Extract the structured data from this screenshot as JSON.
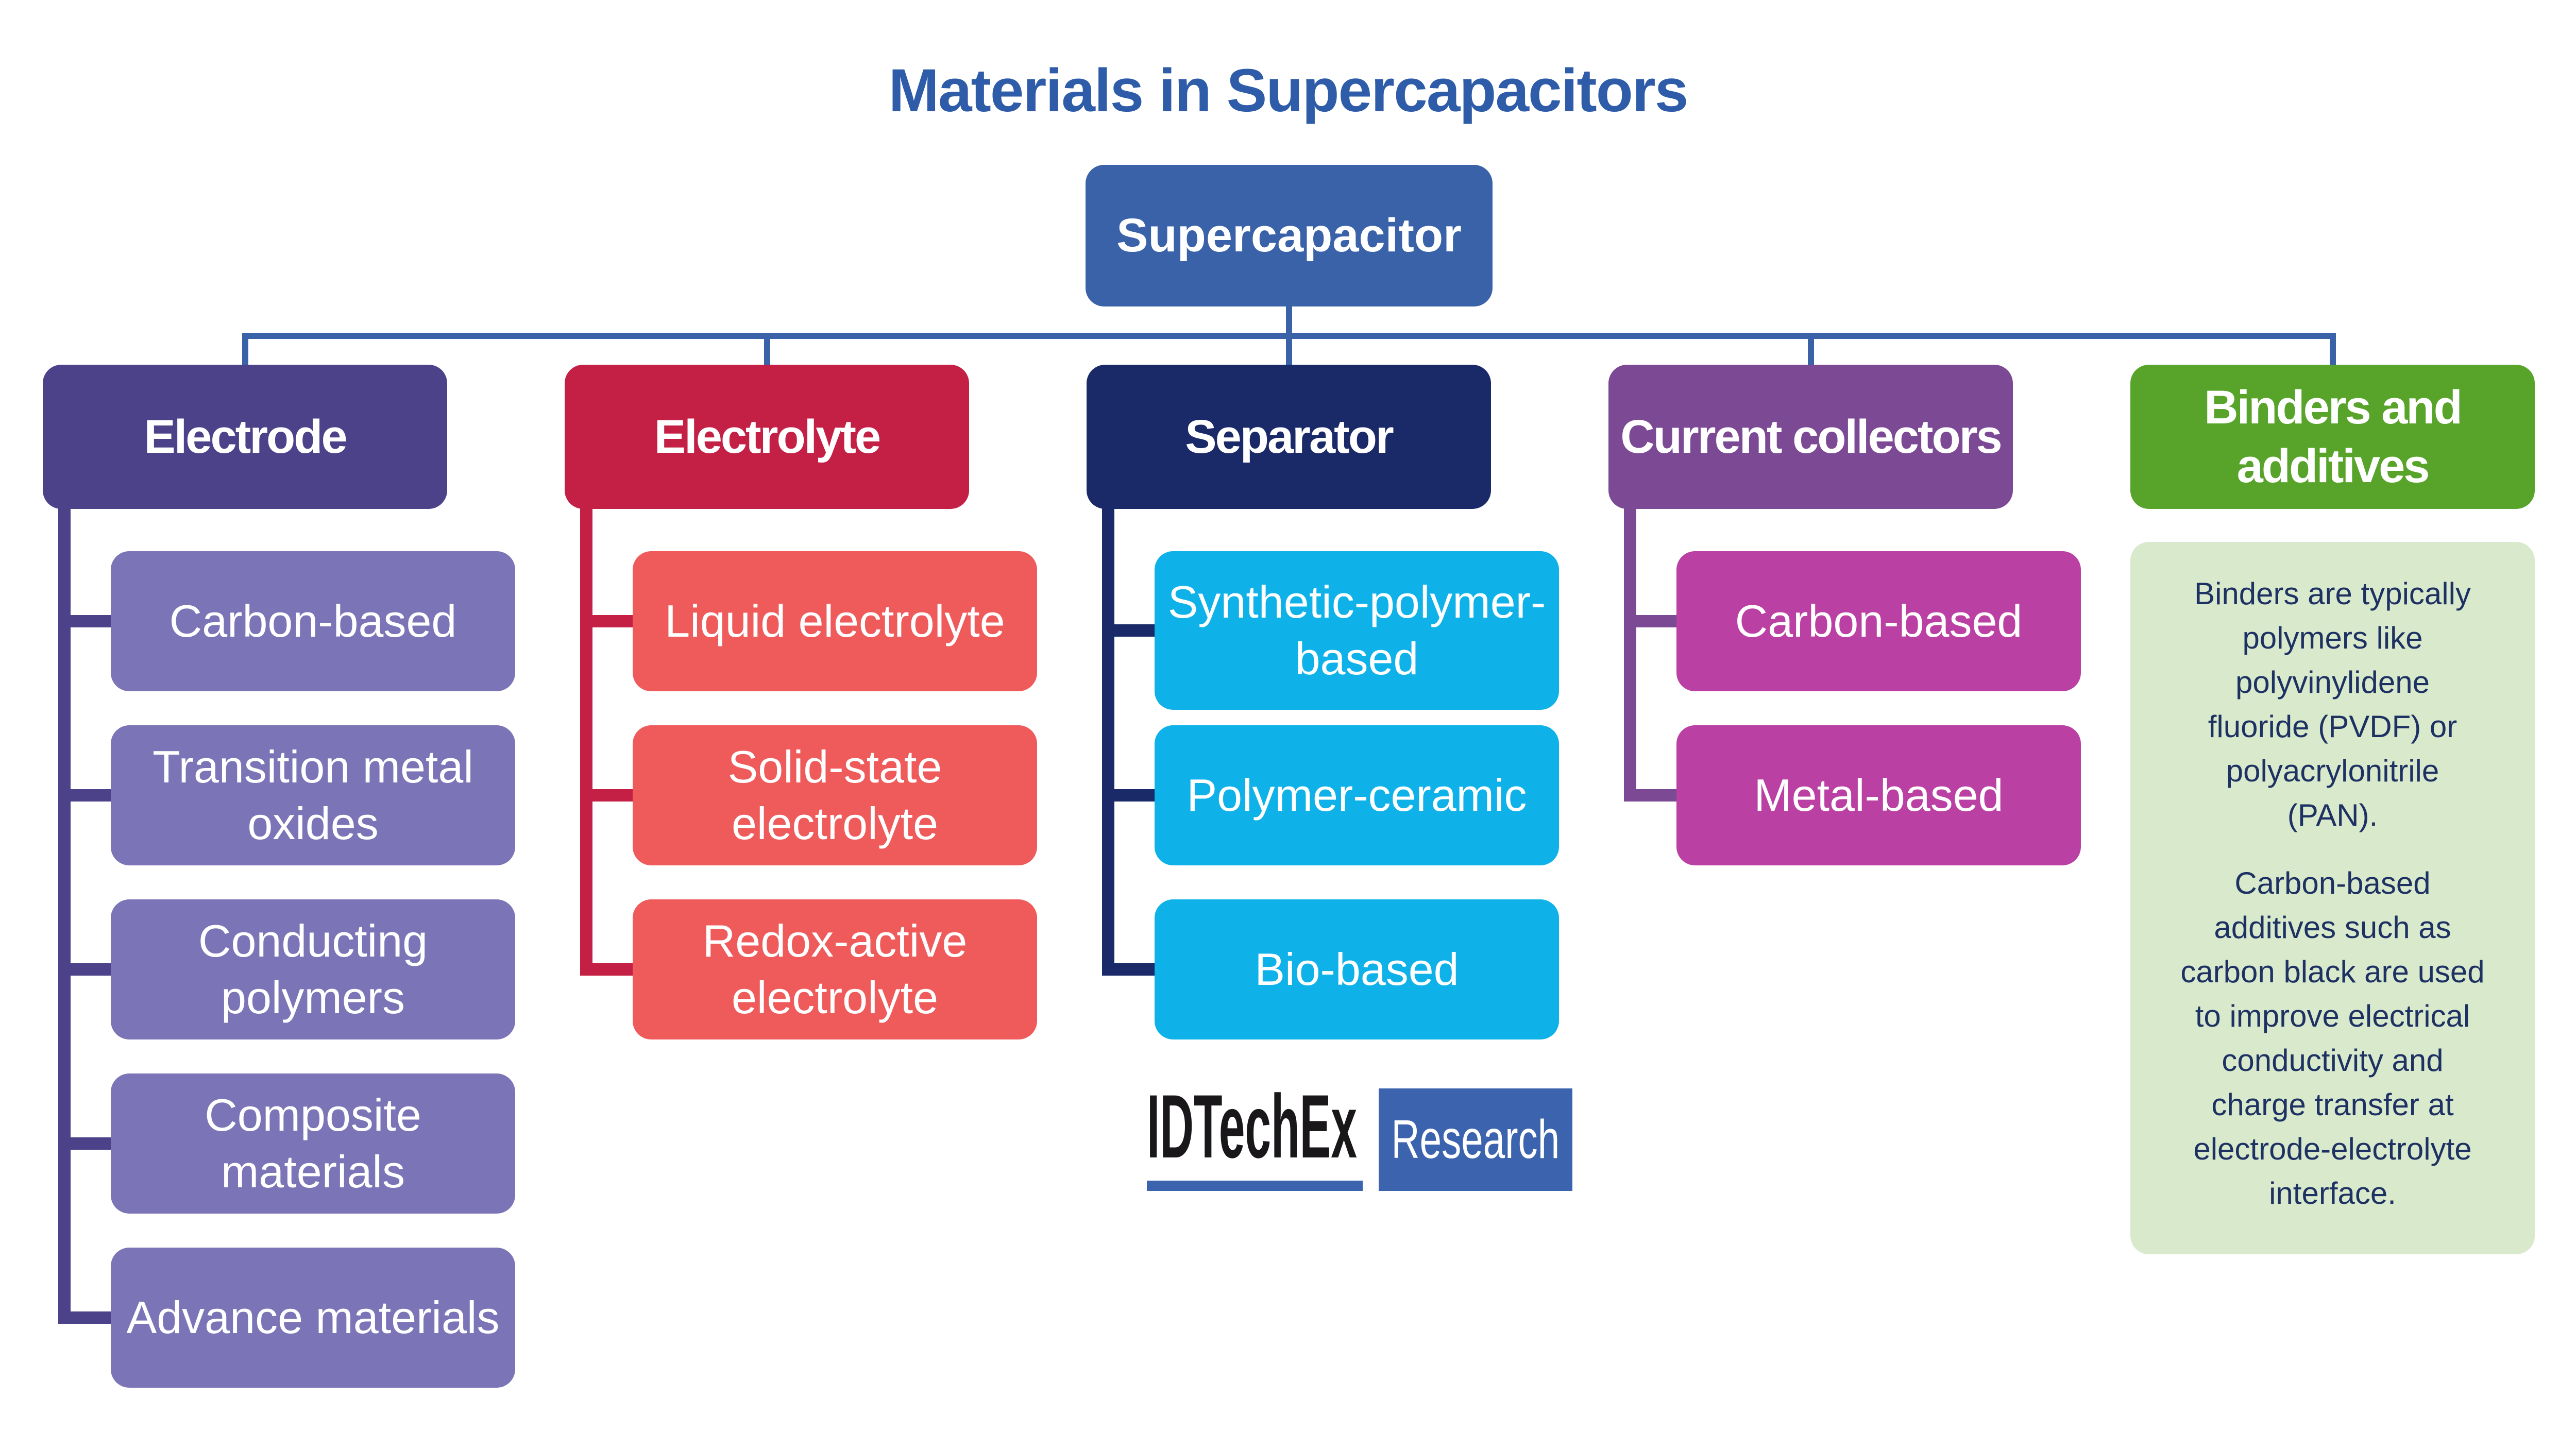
{
  "title": "Materials in Supercapacitors",
  "root": {
    "label": "Supercapacitor"
  },
  "columns": [
    {
      "id": "electrode",
      "label": "Electrode",
      "header_color": "#4C4289",
      "child_color": "#7B74B6",
      "children": [
        "Carbon-based",
        "Transition metal\noxides",
        "Conducting\npolymers",
        "Composite\nmaterials",
        "Advance materials"
      ]
    },
    {
      "id": "electrolyte",
      "label": "Electrolyte",
      "header_color": "#C42045",
      "child_color": "#EF5B5B",
      "children": [
        "Liquid electrolyte",
        "Solid-state\nelectrolyte",
        "Redox-active\nelectrolyte"
      ]
    },
    {
      "id": "separator",
      "label": "Separator",
      "header_color": "#1A2A69",
      "child_color": "#0EB2E9",
      "children": [
        "Synthetic-polymer-\nbased",
        "Polymer-ceramic",
        "Bio-based"
      ]
    },
    {
      "id": "current-collectors",
      "label": "Current collectors",
      "header_color": "#7C4A95",
      "child_color": "#BB40A3",
      "children": [
        "Carbon-based",
        "Metal-based"
      ]
    },
    {
      "id": "binders-and-additives",
      "label": "Binders and\nadditives",
      "header_color": "#58A42B",
      "note_bg": "#D9E9CC",
      "note_text_color": "#1E3163",
      "note_paragraphs": [
        "Binders are typically\npolymers like\npolyvinylidene\nfluoride (PVDF) or\npolyacrylonitrile\n(PAN).",
        "Carbon-based\nadditives such as\ncarbon black are used\nto improve electrical\nconductivity and\ncharge transfer at\nelectrode-electrolyte\ninterface."
      ]
    }
  ],
  "logo": {
    "brand": "IDTechEx",
    "suffix": "Research",
    "blue": "#3B63AE",
    "black": "#1A171B"
  },
  "colors": {
    "title_blue": "#2E5CA8",
    "root_blue": "#3A62A8",
    "connector_blue": "#3A62A8"
  }
}
